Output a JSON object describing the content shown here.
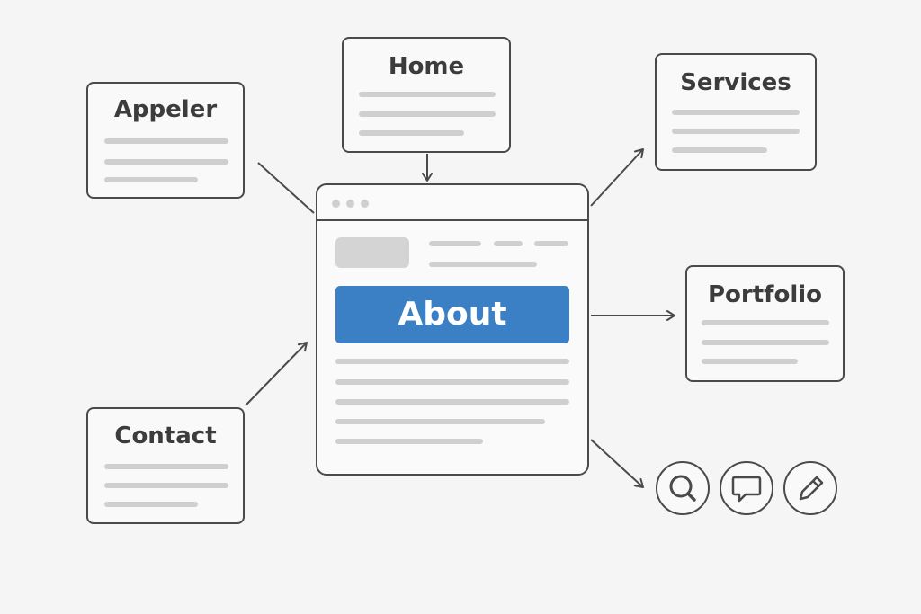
{
  "cards": {
    "appeler": {
      "title": "Appeler"
    },
    "home": {
      "title": "Home"
    },
    "services": {
      "title": "Services"
    },
    "portfolio": {
      "title": "Portfolio"
    },
    "contact": {
      "title": "Contact"
    }
  },
  "browser": {
    "banner": "About"
  },
  "icons": [
    "search-icon",
    "chat-icon",
    "pencil-icon"
  ],
  "colors": {
    "accent": "#3b7fc4",
    "stroke": "#4a4a4a",
    "placeholder": "#cfcfcf",
    "background": "#f5f5f5"
  }
}
